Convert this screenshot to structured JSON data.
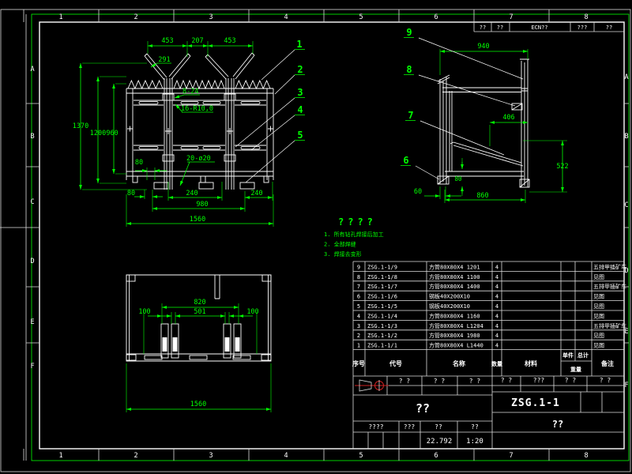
{
  "colors": {
    "dimension": "#00FF00",
    "geometry": "#FFFFFF",
    "symbol_red": "#CC2222",
    "background": "#000000"
  },
  "grid": {
    "cols": [
      "1",
      "2",
      "3",
      "4",
      "5",
      "6",
      "7",
      "8"
    ],
    "rows": [
      "A",
      "B",
      "C",
      "D",
      "E",
      "F"
    ]
  },
  "ecn": {
    "c1": "??",
    "c2": "??",
    "c3": "ECN??",
    "c4": "???",
    "c5": "??"
  },
  "leaders": {
    "n1": "1",
    "n2": "2",
    "n3": "3",
    "n4": "4",
    "n5": "5",
    "n6": "6",
    "n7": "7",
    "n8": "8",
    "n9": "9"
  },
  "front_view": {
    "dims": {
      "t1": "453",
      "t2": "207",
      "t3": "453",
      "diag": "291",
      "v1": "1370",
      "v2": "1200",
      "v3": "960",
      "o1": "80",
      "o2": "80",
      "b1": "240",
      "b2": "980",
      "b3": "240",
      "b4": "1560",
      "a1": "8-24",
      "a2": "16-R10,0",
      "a3": "20-ø20"
    }
  },
  "side_view": {
    "dims": {
      "w": "940",
      "i": "406",
      "h": "522",
      "l": "60",
      "b": "860",
      "s": "80"
    }
  },
  "bottom_view": {
    "dims": {
      "a": "820",
      "b": "501",
      "c": "100",
      "d": "100",
      "e": "1560"
    }
  },
  "notes": {
    "title": "????",
    "l1": "1. 所有钻孔焊接后加工",
    "l2": "2. 全部焊缝",
    "l3": "3. 焊接去变形"
  },
  "bom": {
    "headers": {
      "seq": "序号",
      "code": "代号",
      "name": "名称",
      "qty": "数量",
      "mat": "材料",
      "unit": "单件",
      "tot": "总计",
      "wt": "重量",
      "rem": "备注"
    },
    "rows": [
      {
        "seq": "9",
        "code": "ZSG.1-1/9",
        "name": "方管80X80X4  1201",
        "qty": "4",
        "rem": "五排甲插矿车"
      },
      {
        "seq": "8",
        "code": "ZSG.1-1/8",
        "name": "方管80X80X4  1100",
        "qty": "4",
        "rem": "见图"
      },
      {
        "seq": "7",
        "code": "ZSG.1-1/7",
        "name": "方管80X80X4  1400",
        "qty": "4",
        "rem": "五排甲插矿车"
      },
      {
        "seq": "6",
        "code": "ZSG.1-1/6",
        "name": "钢板40X200X10",
        "qty": "4",
        "rem": "见图"
      },
      {
        "seq": "5",
        "code": "ZSG.1-1/5",
        "name": "钢板40X200X10",
        "qty": "4",
        "rem": "见图"
      },
      {
        "seq": "4",
        "code": "ZSG.1-1/4",
        "name": "方管80X80X4  1160",
        "qty": "4",
        "rem": "见图"
      },
      {
        "seq": "3",
        "code": "ZSG.1-1/3",
        "name": "方管80X80X4  L1204",
        "qty": "4",
        "rem": "五排甲插矿车"
      },
      {
        "seq": "2",
        "code": "ZSG.1-1/2",
        "name": "方管80X80X4  1980",
        "qty": "4",
        "rem": "见图"
      },
      {
        "seq": "1",
        "code": "ZSG.1-1/1",
        "name": "方管80X80X4  L1440",
        "qty": "4",
        "rem": "见图"
      }
    ]
  },
  "title_block": {
    "strip": {
      "s1": "? ?",
      "s2": "? ?",
      "s3": "? ?",
      "s4": "? ?",
      "s5": "???",
      "s6": "? ?",
      "s7": "? ?"
    },
    "name": "??",
    "number": "ZSG.1-1",
    "subtitle": "??",
    "cells": {
      "h1": "????",
      "h2": "???",
      "h3": "??",
      "h4": "??"
    },
    "weight": "22.792",
    "scale": "1:20"
  }
}
